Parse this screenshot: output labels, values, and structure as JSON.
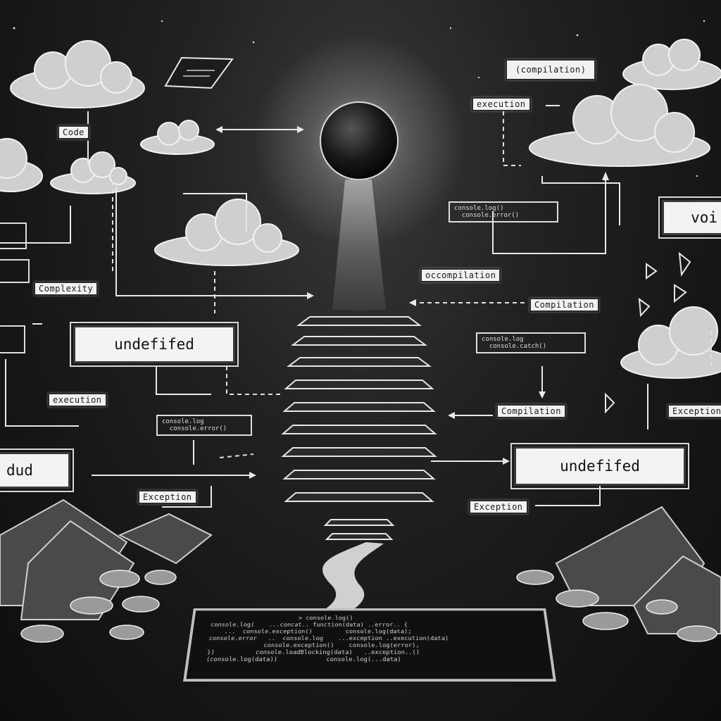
{
  "labels": {
    "code": "Code",
    "execution_top": "execution",
    "compilation_top": "(compilation)",
    "complexity": "Complexity",
    "execution_left": "execution",
    "exception_bottom_left": "Exception",
    "occompilation": "occompilation",
    "compilation_right1": "Compilation",
    "compilation_right2": "Compilation",
    "exception_right": "Exception",
    "exception_far_right": "Exception",
    "void": "voi",
    "dud": "dud",
    "undefined_left": "undefifed",
    "undefined_right": "undefifed"
  },
  "code_snippets": {
    "top_right": "console.log()\n  console.error()",
    "mid_right": "console.log\n  console.catch()",
    "mid_left": "console.log\n  console.error()"
  },
  "terminal": {
    "lines": [
      "                          > console.log()",
      "  console.log(    ...concat.. function(data) ..error.. {",
      "      ...  console.exception()         console.log(data);",
      "  console.error   ..  console.log    ...exception ..execution(data)",
      "                 console.exception()    console.log(error),",
      "  })           console.loadBlocking(data)   ..exception..()",
      "  (console.log(data))             console.log(...data)"
    ]
  },
  "colors": {
    "chalkboard": "#161616",
    "chalk": "#e8e8e8",
    "label_bg": "#f1f1f1"
  }
}
